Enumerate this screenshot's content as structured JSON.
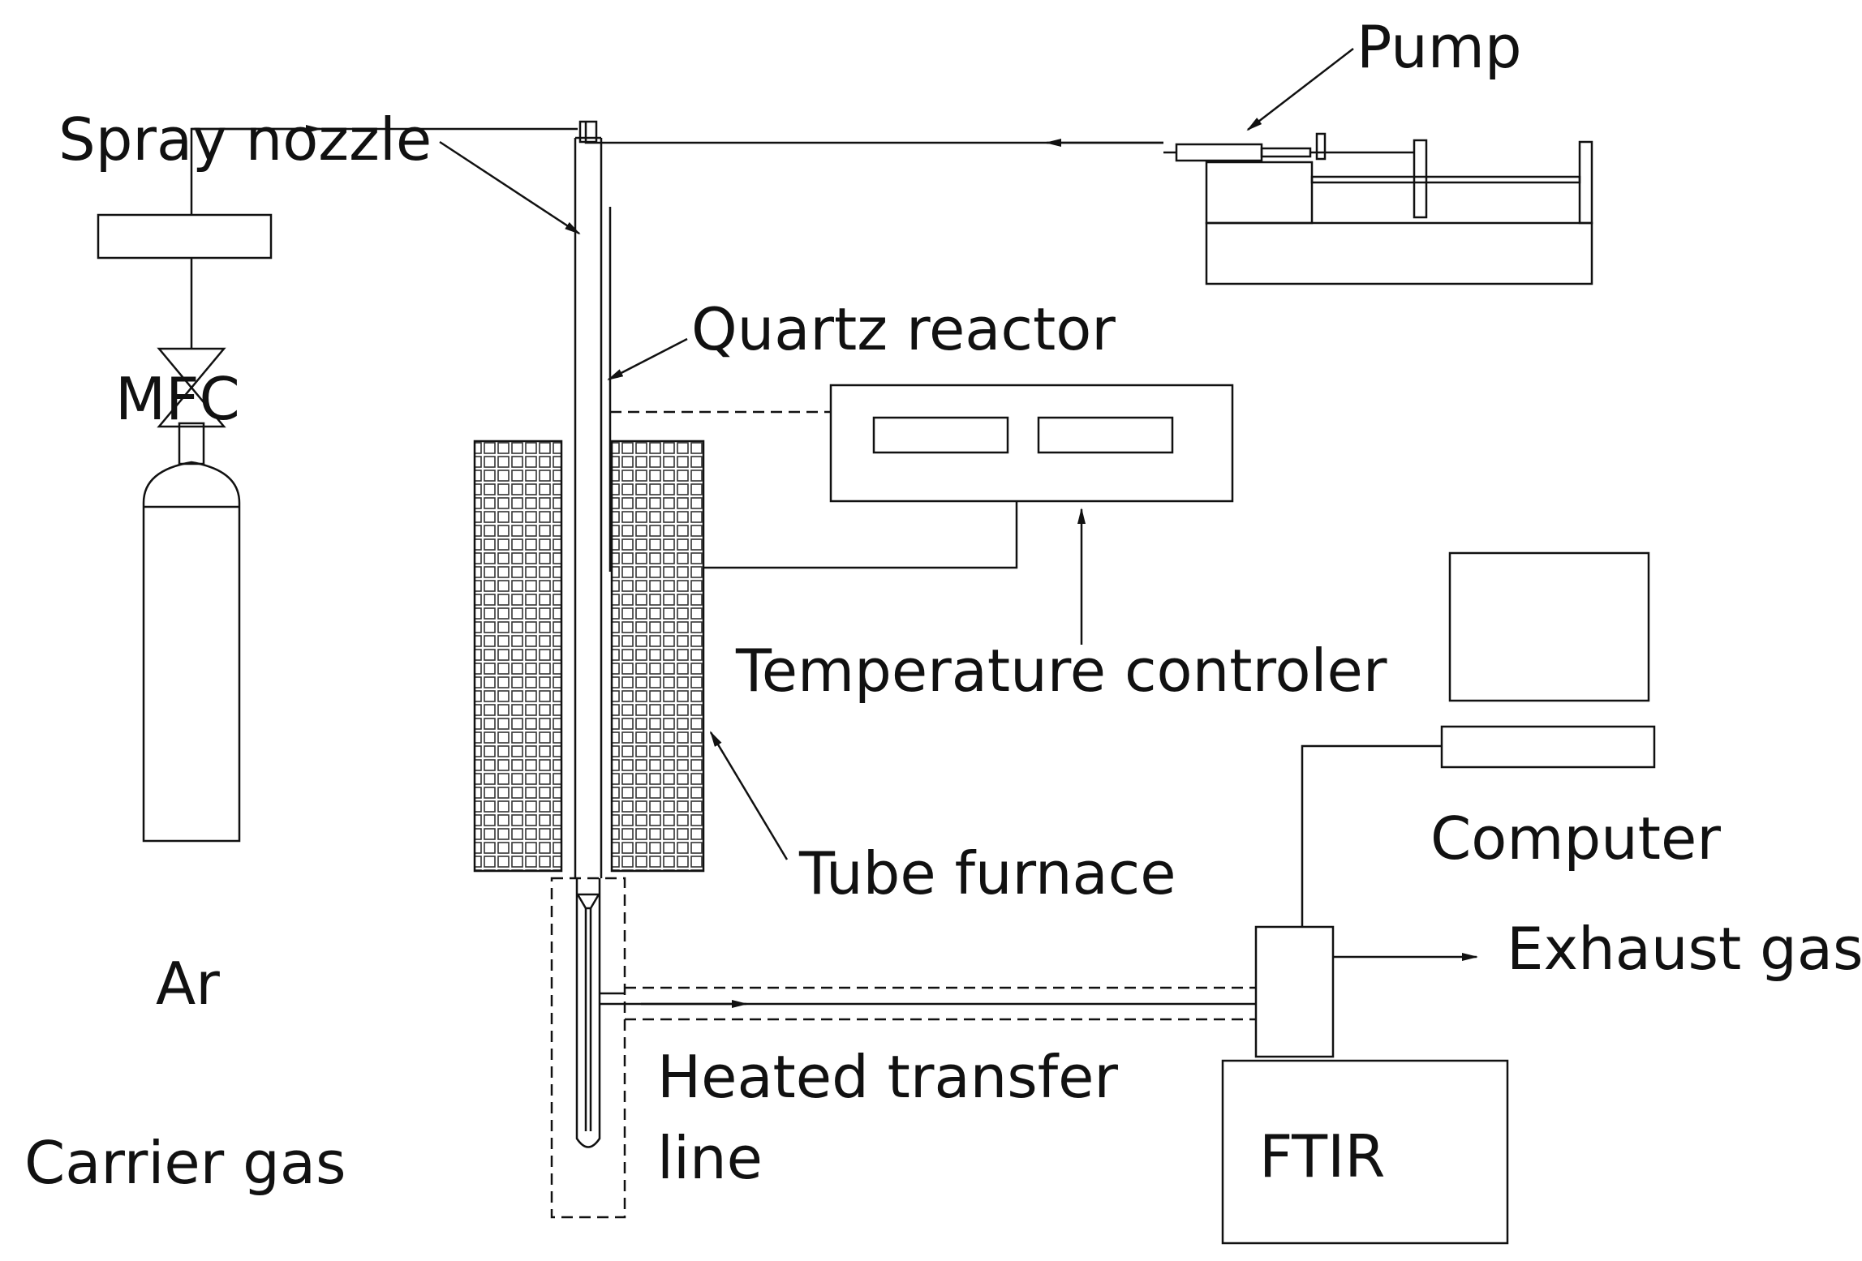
{
  "labels": {
    "pump": "Pump",
    "spray_nozzle": "Spray nozzle",
    "quartz_reactor": "Quartz reactor",
    "mfc": "MFC",
    "temperature_controller": "Temperature controler",
    "computer": "Computer",
    "tube_furnace": "Tube furnace",
    "exhaust_gas": "Exhaust gas",
    "ar": "Ar",
    "heated_transfer_line_1": "Heated transfer",
    "heated_transfer_line_2": "line",
    "carrier_gas": "Carrier gas",
    "ftir": "FTIR"
  },
  "colors": {
    "line": "#111111",
    "background": "#ffffff"
  }
}
